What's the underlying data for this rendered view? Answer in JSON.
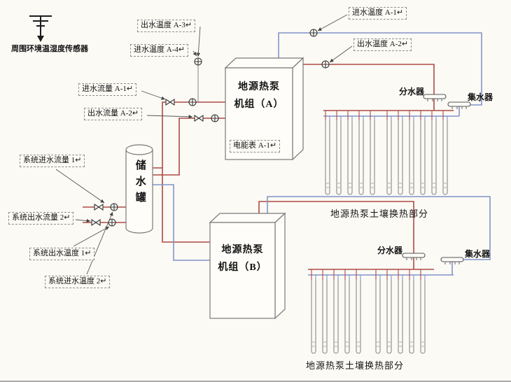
{
  "ambient_sensor": {
    "label": "周围环境温湿度传感器"
  },
  "tank": {
    "label": "储水罐"
  },
  "heat_pump_a": {
    "label": "地源热泵\n机组（A）",
    "meter": "电能表 A-1↵"
  },
  "heat_pump_b": {
    "label": "地源热泵\n机组（B）"
  },
  "labels": {
    "outlet_temp_a3": "出水温度 A-3↵",
    "inlet_temp_a4": "进水温度 A-4↵",
    "inlet_flow_a1": "进水流量 A-1↵",
    "outlet_flow_a2": "出水流量 A-2↵",
    "sys_inlet_flow_1": "系统进水流量 1↵",
    "sys_outlet_flow_2": "系统出水流量 2↵",
    "sys_outlet_temp_1": "系统出水温度 1↵",
    "sys_inlet_temp_2": "系统进水温度 2↵",
    "inlet_temp_a1": "进水温度 A-1↵",
    "outlet_temp_a2": "出水温度 A-2↵"
  },
  "field_top": {
    "distributor": "分水器",
    "collector": "集水器",
    "caption": "地源热泵土壤换热部分"
  },
  "field_bottom": {
    "distributor": "分水器",
    "collector": "集水器",
    "caption": "地源热泵土壤换热部分"
  },
  "colors": {
    "pipe_hot": "#b04a44",
    "pipe_cold": "#8293c9"
  }
}
